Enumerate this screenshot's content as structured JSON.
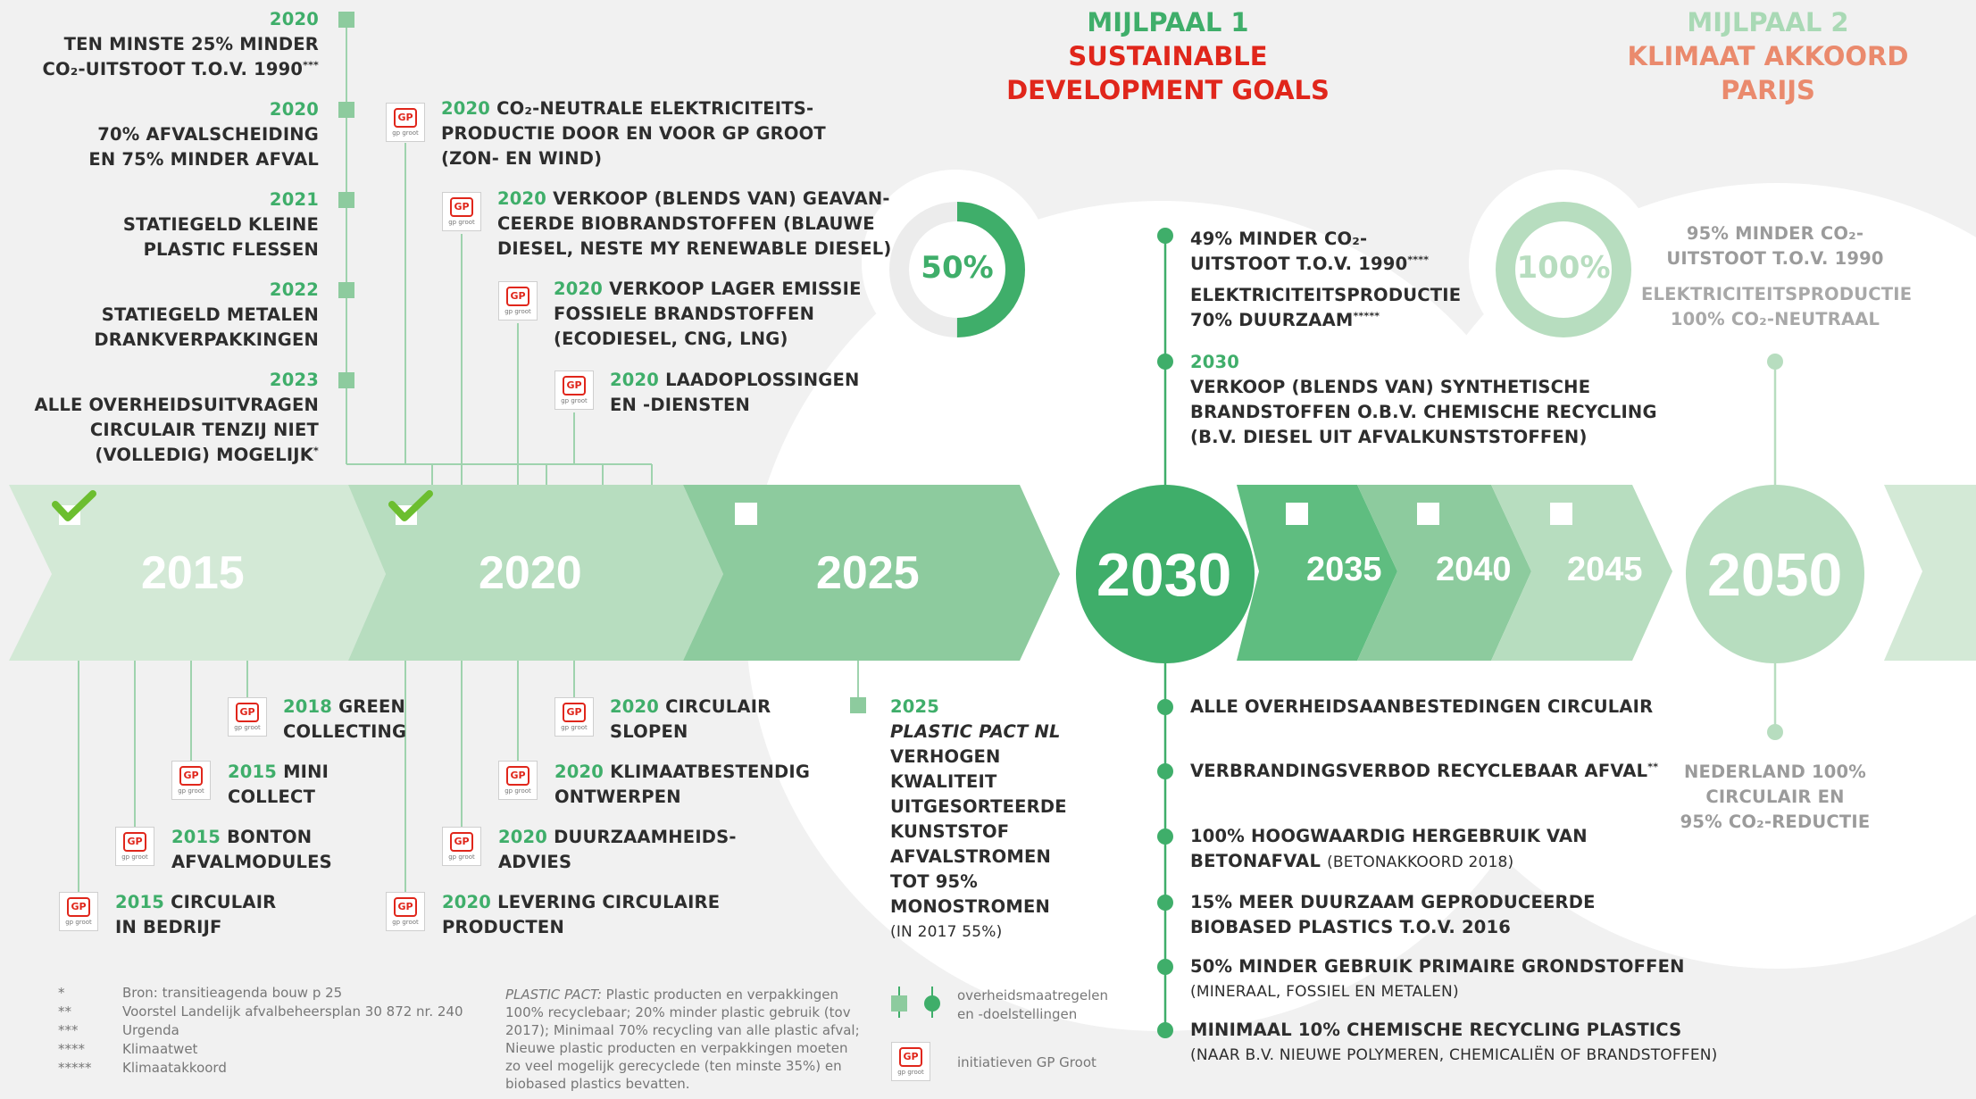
{
  "colors": {
    "dark_green": "#3fae6a",
    "mid_green": "#8dcb9e",
    "light_green": "#b7ddbf",
    "pale_green": "#d3e9d6",
    "red": "#e0261b",
    "salmon": "#ea8a6d"
  },
  "milestones": {
    "one": {
      "label": "MIJLPAAL 1",
      "line1": "SUSTAINABLE",
      "line2": "DEVELOPMENT GOALS",
      "percent": "50%",
      "percent_value": 0.5
    },
    "two": {
      "label": "MIJLPAAL 2",
      "line1": "KLIMAAT AKKOORD",
      "line2": "PARIJS",
      "percent": "100%",
      "percent_value": 1.0
    }
  },
  "timeline": [
    "2015",
    "2020",
    "2025",
    "2030",
    "2035",
    "2040",
    "2045",
    "2050"
  ],
  "top_left": [
    {
      "year": "2020",
      "lines": [
        "TEN MINSTE 25% MINDER",
        "CO₂-UITSTOOT T.O.V. 1990"
      ],
      "note": "***"
    },
    {
      "year": "2020",
      "lines": [
        "70% AFVALSCHEIDING",
        "EN 75% MINDER AFVAL"
      ]
    },
    {
      "year": "2021",
      "lines": [
        "STATIEGELD KLEINE",
        "PLASTIC FLESSEN"
      ]
    },
    {
      "year": "2022",
      "lines": [
        "STATIEGELD METALEN",
        "DRANKVERPAKKINGEN"
      ]
    },
    {
      "year": "2023",
      "lines": [
        "ALLE OVERHEIDSUITVRAGEN",
        "CIRCULAIR TENZIJ NIET",
        "(VOLLEDIG) MOGELIJK"
      ],
      "note": "*"
    }
  ],
  "top_gp": [
    {
      "year": "2020",
      "lines": [
        "CO₂-NEUTRALE ELEKTRICITEITS-",
        "PRODUCTIE DOOR EN VOOR GP GROOT",
        "(ZON- EN WIND)"
      ]
    },
    {
      "year": "2020",
      "lines": [
        "VERKOOP (BLENDS VAN) GEAVAN-",
        "CEERDE BIOBRANDSTOFFEN (BLAUWE",
        "DIESEL, NESTE MY RENEWABLE DIESEL)"
      ]
    },
    {
      "year": "2020",
      "lines": [
        "VERKOOP LAGER EMISSIE",
        "FOSSIELE BRANDSTOFFEN",
        "(ECODIESEL, CNG, LNG)"
      ]
    },
    {
      "year": "2020",
      "lines": [
        "LAADOPLOSSINGEN",
        "EN -DIENSTEN"
      ]
    }
  ],
  "bottom_2015": [
    {
      "year": "2018",
      "lines": [
        "GREEN",
        "COLLECTING"
      ]
    },
    {
      "year": "2015",
      "lines": [
        "MINI",
        "COLLECT"
      ]
    },
    {
      "year": "2015",
      "lines": [
        "BONTON",
        "AFVALMODULES"
      ]
    },
    {
      "year": "2015",
      "lines": [
        "CIRCULAIR",
        "IN BEDRIJF"
      ]
    }
  ],
  "bottom_2020": [
    {
      "year": "2020",
      "lines": [
        "CIRCULAIR",
        "SLOPEN"
      ]
    },
    {
      "year": "2020",
      "lines": [
        "KLIMAATBESTENDIG",
        "ONTWERPEN"
      ]
    },
    {
      "year": "2020",
      "lines": [
        "DUURZAAMHEIDS-",
        "ADVIES"
      ]
    },
    {
      "year": "2020",
      "lines": [
        "LEVERING CIRCULAIRE",
        "PRODUCTEN"
      ]
    }
  ],
  "bottom_2025": {
    "year": "2025",
    "title": "PLASTIC PACT NL",
    "lines": [
      "VERHOGEN",
      "KWALITEIT",
      "UITGESORTEERDE",
      "KUNSTSTOF",
      "AFVALSTROMEN",
      "TOT 95%",
      "MONOSTROMEN"
    ],
    "note": "(IN 2017 55%)"
  },
  "top_2030": {
    "a": [
      "49% MINDER CO₂-",
      "UITSTOOT T.O.V. 1990"
    ],
    "a_note": "****",
    "b": [
      "ELEKTRICITEITSPRODUCTIE",
      "70% DUURZAAM"
    ],
    "b_note": "*****",
    "c_year": "2030",
    "c": [
      "VERKOOP (BLENDS VAN) SYNTHETISCHE",
      "BRANDSTOFFEN O.B.V. CHEMISCHE RECYCLING",
      "(B.V. DIESEL UIT AFVALKUNSTSTOFFEN)"
    ]
  },
  "bottom_2030": [
    {
      "lines": [
        "ALLE OVERHEIDSAANBESTEDINGEN CIRCULAIR"
      ]
    },
    {
      "lines": [
        "VERBRANDINGSVERBOD RECYCLEBAAR AFVAL"
      ],
      "note": "**"
    },
    {
      "lines": [
        "100% HOOGWAARDIG HERGEBRUIK VAN",
        "BETONAFVAL"
      ],
      "extra": "(BETONAKKOORD 2018)"
    },
    {
      "lines": [
        "15% MEER DUURZAAM GEPRODUCEERDE",
        "BIOBASED PLASTICS T.O.V. 2016"
      ]
    },
    {
      "lines": [
        "50% MINDER GEBRUIK PRIMAIRE GRONDSTOFFEN"
      ],
      "extra": "(MINERAAL, FOSSIEL EN METALEN)"
    },
    {
      "lines": [
        "MINIMAAL 10% CHEMISCHE RECYCLING PLASTICS"
      ],
      "extra": "(NAAR B.V. NIEUWE POLYMEREN, CHEMICALIËN OF BRANDSTOFFEN)"
    }
  ],
  "top_2050": {
    "a": [
      "95% MINDER CO₂-",
      "UITSTOOT T.O.V. 1990"
    ],
    "b": [
      "ELEKTRICITEITSPRODUCTIE",
      "100% CO₂-NEUTRAAL"
    ]
  },
  "bottom_2050": [
    "NEDERLAND 100%",
    "CIRCULAIR EN",
    "95% CO₂-REDUCTIE"
  ],
  "footnotes": [
    {
      "mark": "*",
      "text": "Bron: transitieagenda bouw p 25"
    },
    {
      "mark": "**",
      "text": "Voorstel Landelijk afvalbeheersplan 30 872 nr. 240"
    },
    {
      "mark": "***",
      "text": "Urgenda"
    },
    {
      "mark": "****",
      "text": "Klimaatwet"
    },
    {
      "mark": "*****",
      "text": "Klimaatakkoord"
    }
  ],
  "plastic_pact_note": {
    "title": "PLASTIC PACT:",
    "lines": [
      "Plastic producten en verpakkingen",
      "100% recyclebaar; 20% minder plastic gebruik (tov",
      "2017); Minimaal 70% recycling van alle plastic afval;",
      "Nieuwe plastic producten en verpakkingen moeten",
      "zo veel mogelijk gerecyclede (ten minste 35%) en",
      "biobased plastics bevatten."
    ]
  },
  "legend": {
    "gov": [
      "overheidsmaatregelen",
      "en -doelstellingen"
    ],
    "gp": "initiatieven GP Groot"
  },
  "gp_logo": {
    "mark": "GP",
    "sub": "gp groot"
  }
}
